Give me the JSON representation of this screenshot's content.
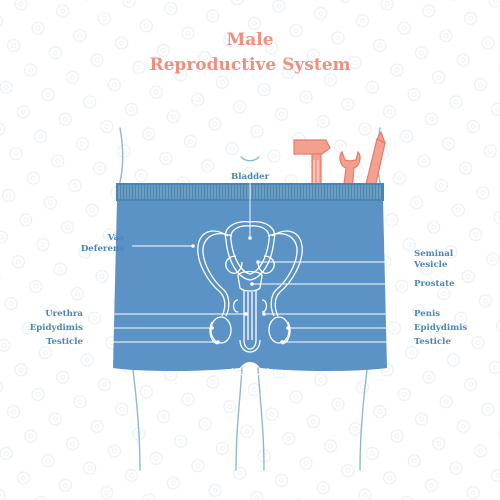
{
  "title": {
    "line1": "Male",
    "line2": "Reproductive System"
  },
  "labels": {
    "bladder": "Bladder",
    "vas_deferens_line1": "Vas",
    "vas_deferens_line2": "Deferens",
    "seminal_vesicle_line1": "Seminal",
    "seminal_vesicle_line2": "Vesicle",
    "prostate": "Prostate",
    "urethra": "Urethra",
    "epididymis_left": "Epidydimis",
    "testicle_left": "Testicle",
    "penis": "Penis",
    "epididymis_right": "Epidydimis",
    "testicle_right": "Testicle"
  },
  "stock_id": "212270531",
  "colors": {
    "title": "#f08f7f",
    "label": "#4a86b4",
    "underwear": "#5b93c6",
    "waistband": "#4a86b4",
    "outline": "#ffffff",
    "body_outline": "#8fb8d6",
    "tools_fill": "#f4a08f",
    "tools_stroke": "#e87a68"
  },
  "icons": [
    "hammer-icon",
    "wrench-icon",
    "pencil-icon",
    "watermark-pattern"
  ]
}
